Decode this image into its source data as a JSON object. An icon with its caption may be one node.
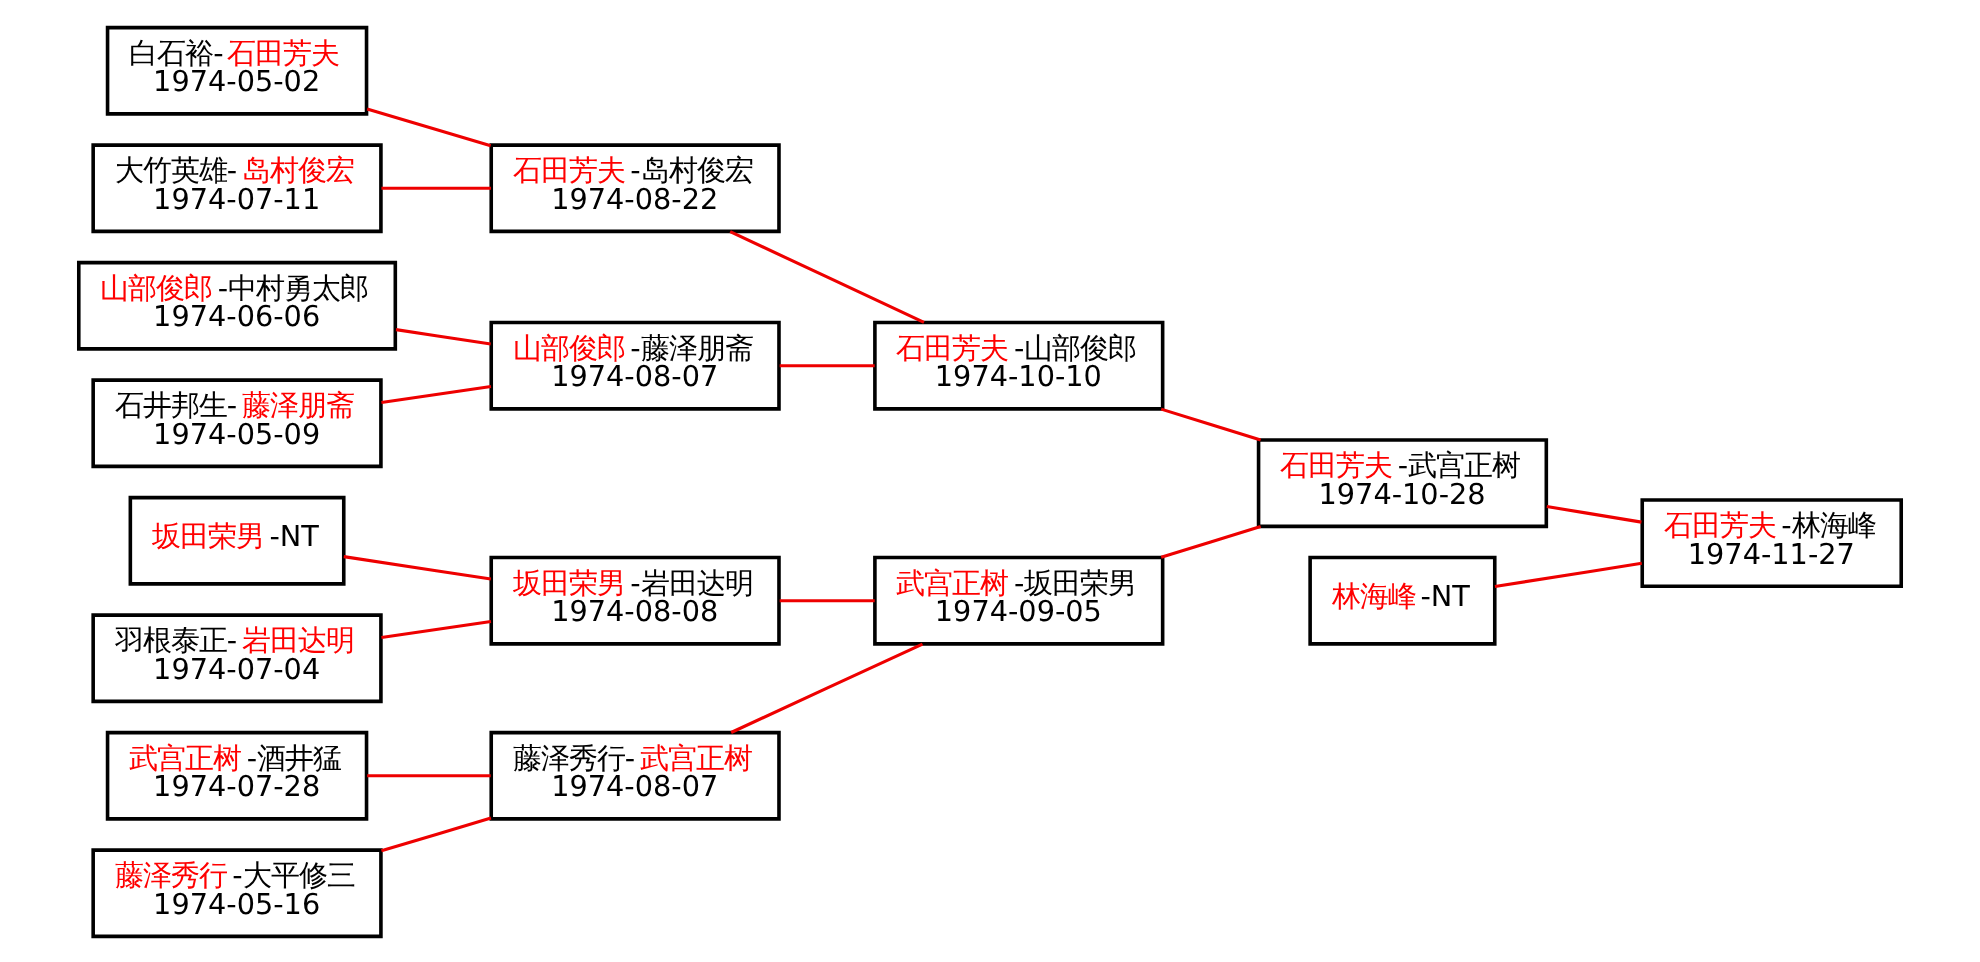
{
  "diagram": {
    "nodes": [
      {
        "text": [
          "白石裕-石田芳夫",
          "1974-05-02"
        ]
      },
      {
        "text": [
          "大竹英雄-岛村俊宏",
          "1974-07-11"
        ]
      },
      {
        "text": [
          "山部俊郎-中村勇太郎",
          "1974-06-06"
        ]
      },
      {
        "text": [
          "石井邦生-藤泽朋斋",
          "1974-05-09"
        ]
      },
      {
        "text": [
          "武宫正树-酒井猛",
          "1974-07-28"
        ]
      },
      {
        "text": [
          "藤泽秀行-大平修三",
          "1974-05-16"
        ]
      },
      {
        "text": [
          "坂田荣男-NT"
        ]
      },
      {
        "text": [
          "羽根泰正-岩田达明",
          "1974-07-04"
        ]
      },
      {
        "text": [
          "石田芳夫-岛村俊宏",
          "1974-08-22"
        ]
      },
      {
        "text": [
          "山部俊郎-藤泽朋斋",
          "1974-08-07"
        ]
      },
      {
        "text": [
          "藤泽秀行-武宫正树",
          "1974-08-07"
        ]
      },
      {
        "text": [
          "坂田荣男-岩田达明",
          "1974-08-08"
        ]
      },
      {
        "text": [
          "石田芳夫-山部俊郎",
          "1974-10-10"
        ]
      },
      {
        "text": [
          "武宫正树-坂田荣男",
          "1974-09-05"
        ]
      },
      {
        "text": [
          "石田芳夫-武宫正树",
          "1974-10-28"
        ]
      },
      {
        "text": [
          "林海峰-NT"
        ]
      },
      {
        "text": [
          "石田芳夫-林海峰",
          "1974-11-27"
        ]
      }
    ],
    "edges": [
      {
        "from": 0,
        "to": 8,
        "arrow": "none"
      },
      {
        "from": 1,
        "to": 8,
        "arrow": "none"
      },
      {
        "from": 2,
        "to": 9,
        "arrow": "none"
      },
      {
        "from": 3,
        "to": 9,
        "arrow": "none"
      },
      {
        "from": 4,
        "to": 10,
        "arrow": "none"
      },
      {
        "from": 5,
        "to": 10,
        "arrow": "none"
      },
      {
        "from": 6,
        "to": 11,
        "arrow": "none"
      },
      {
        "from": 7,
        "to": 11,
        "arrow": "none"
      },
      {
        "from": 8,
        "to": 12,
        "arrow": "none"
      },
      {
        "from": 9,
        "to": 12,
        "arrow": "none"
      },
      {
        "from": 10,
        "to": 13,
        "arrow": "none"
      },
      {
        "from": 11,
        "to": 13,
        "arrow": "none"
      },
      {
        "from": 12,
        "to": 14,
        "arrow": "none"
      },
      {
        "from": 13,
        "to": 14,
        "arrow": "none"
      },
      {
        "from": 14,
        "to": 16,
        "arrow": "none"
      },
      {
        "from": 15,
        "to": 16,
        "arrow": "none"
      }
    ]
  }
}
